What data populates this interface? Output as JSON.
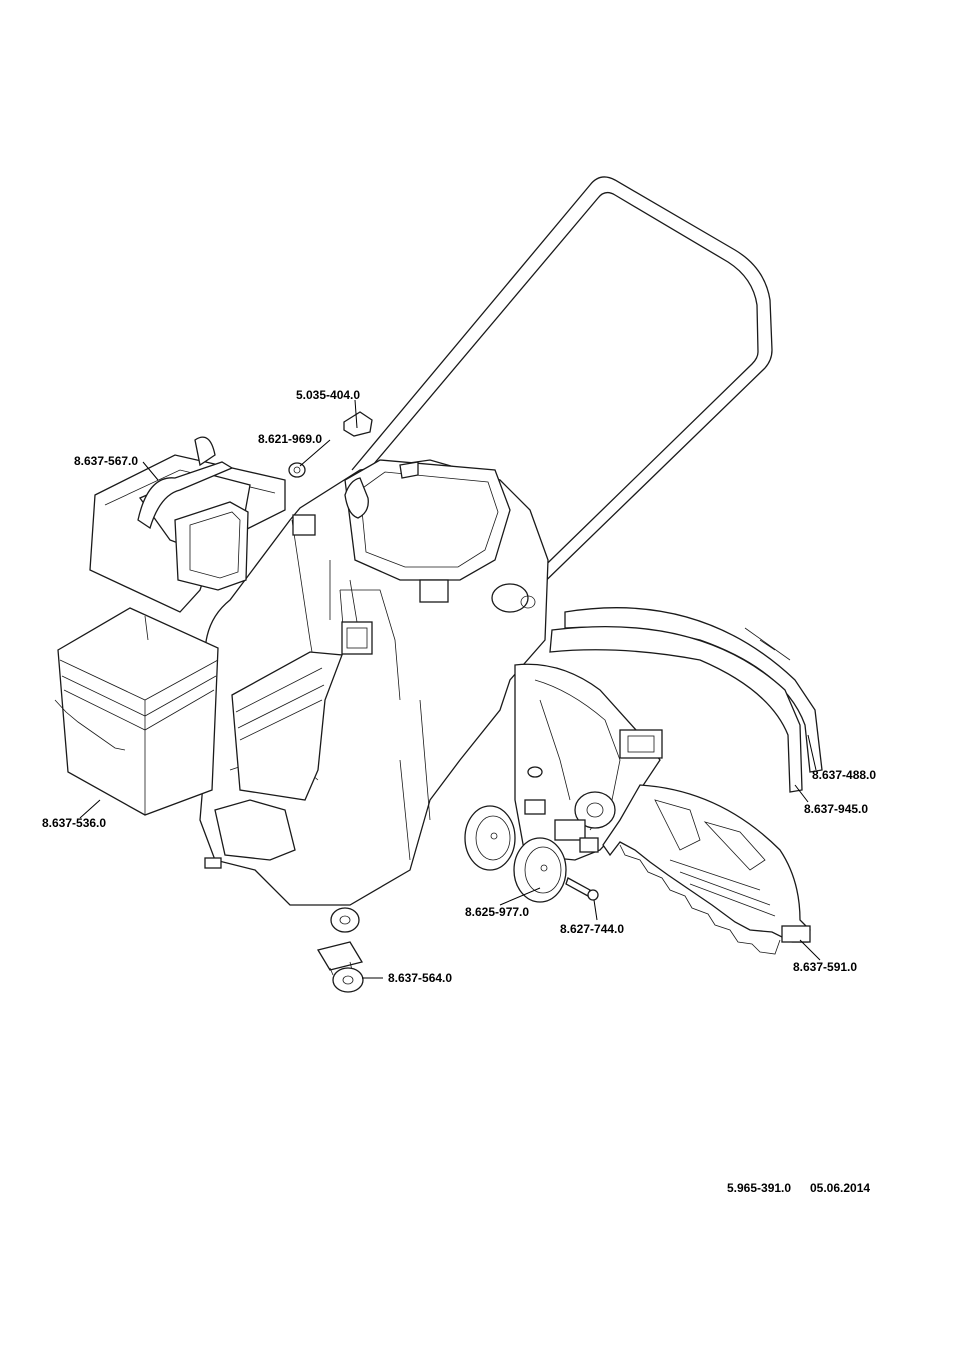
{
  "parts": [
    {
      "id": "p-5035404",
      "number": "5.035-404.0"
    },
    {
      "id": "p-8621969",
      "number": "8.621-969.0"
    },
    {
      "id": "p-8637567",
      "number": "8.637-567.0"
    },
    {
      "id": "p-8637536",
      "number": "8.637-536.0"
    },
    {
      "id": "p-8637488",
      "number": "8.637-488.0"
    },
    {
      "id": "p-8637945",
      "number": "8.637-945.0"
    },
    {
      "id": "p-8625977",
      "number": "8.625-977.0"
    },
    {
      "id": "p-8627744",
      "number": "8.627-744.0"
    },
    {
      "id": "p-8637591",
      "number": "8.637-591.0"
    },
    {
      "id": "p-8637564",
      "number": "8.637-564.0"
    }
  ],
  "footer": {
    "doc_number": "5.965-391.0",
    "date": "05.06.2014"
  }
}
